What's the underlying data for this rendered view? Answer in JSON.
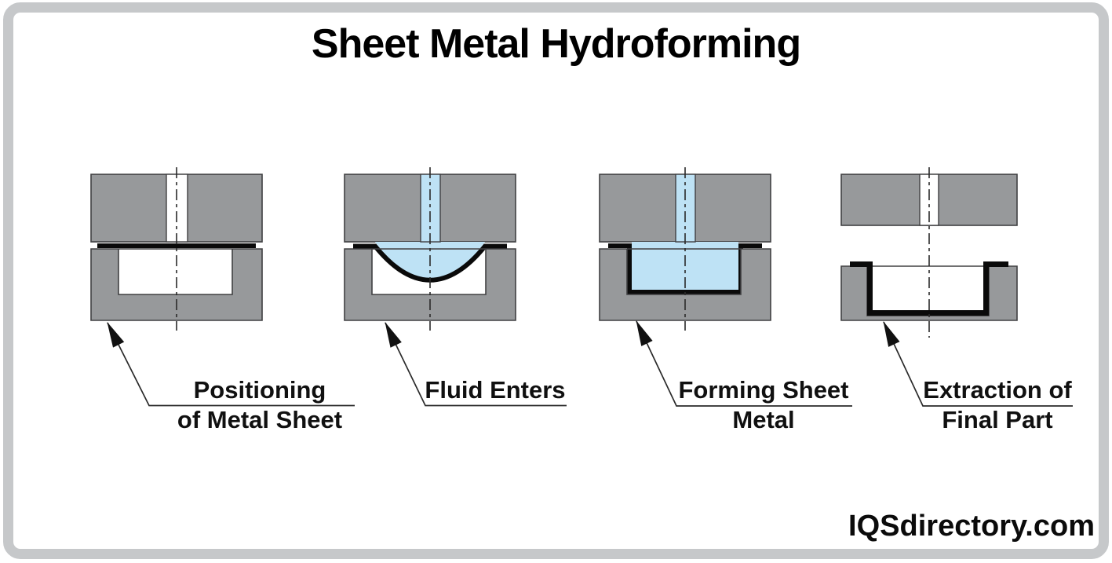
{
  "title": "Sheet Metal Hydroforming",
  "watermark": "IQSdirectory.com",
  "colors": {
    "die_gray": "#97999b",
    "fluid_blue": "#bee2f5",
    "sheet_black": "#0a0a0a",
    "outline_dark": "#404042",
    "leader_dark": "#2a2a2a",
    "frame_gray": "#c6c8ca",
    "text_black": "#000000",
    "background_white": "#ffffff"
  },
  "stages": [
    {
      "label_line1": "Positioning",
      "label_line2": "of Metal Sheet"
    },
    {
      "label_line1": "Fluid Enters",
      "label_line2": ""
    },
    {
      "label_line1": "Forming Sheet",
      "label_line2": "Metal"
    },
    {
      "label_line1": "Extraction of",
      "label_line2": "Final Part"
    }
  ]
}
